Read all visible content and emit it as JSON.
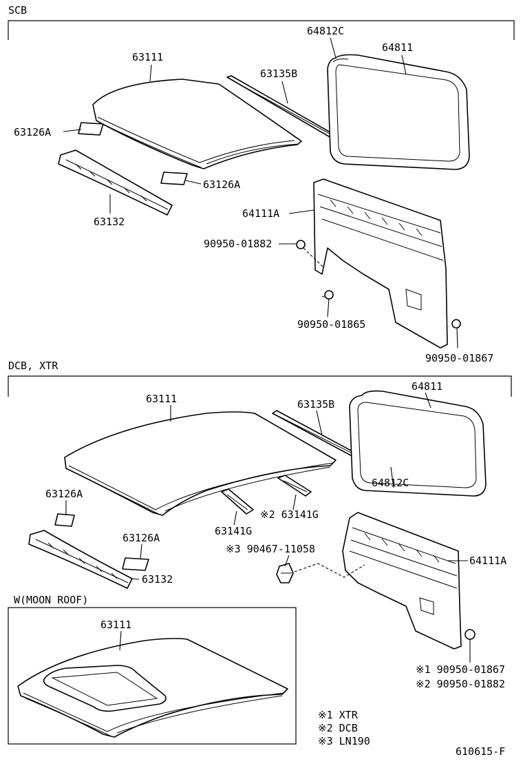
{
  "sections": {
    "scb": "SCB",
    "dcb": "DCB, XTR",
    "moon": "W(MOON  ROOF)"
  },
  "labels": {
    "scb_64812c": "64812C",
    "scb_64811": "64811",
    "scb_63111": "63111",
    "scb_63135b": "63135B",
    "scb_63126a_1": "63126A",
    "scb_63126a_2": "63126A",
    "scb_63132": "63132",
    "scb_64111a": "64111A",
    "scb_90950_01882": "90950-01882",
    "scb_90950_01865": "90950-01865",
    "scb_90950_01867": "90950-01867",
    "dcb_63111": "63111",
    "dcb_63135b": "63135B",
    "dcb_64811": "64811",
    "dcb_64812c": "64812C",
    "dcb_63126a_1": "63126A",
    "dcb_63126a_2": "63126A",
    "dcb_63132": "63132",
    "dcb_63141g_1": "63141G",
    "dcb_63141g_2": "※2 63141G",
    "dcb_90467_11058": "※3 90467-11058",
    "dcb_64111a": "64111A",
    "dcb_90950_01867": "※1 90950-01867",
    "dcb_90950_01882": "※2 90950-01882",
    "moon_63111": "63111"
  },
  "notes": {
    "n1": "※1 XTR",
    "n2": "※2 DCB",
    "n3": "※3 LN190"
  },
  "figure_id": "610615-F"
}
